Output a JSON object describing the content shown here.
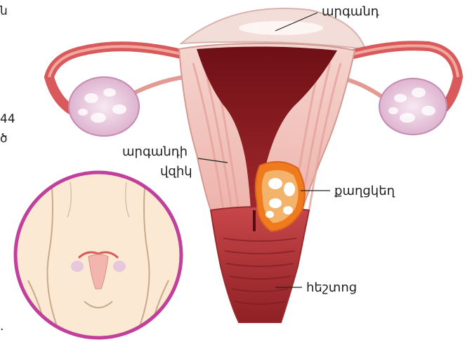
{
  "labels": {
    "uterus": "արգանդ",
    "uterine_wall": "արգանդի",
    "uterine_wall_line2": "վզիկ",
    "cyst": "քաղցկեղ",
    "vagina": "հեշտոց"
  },
  "left_edge_fragments": [
    "ն",
    "",
    "44",
    "ծ",
    "."
  ],
  "colors": {
    "outline_pink": "#c0409c",
    "tissue_light": "#f4c0bc",
    "tissue_dark": "#8c1c20",
    "tube": "#d95a5a",
    "ovary": "#ead3e4",
    "tumor_orange": "#f07a1e",
    "skin": "#fbe9d4"
  }
}
